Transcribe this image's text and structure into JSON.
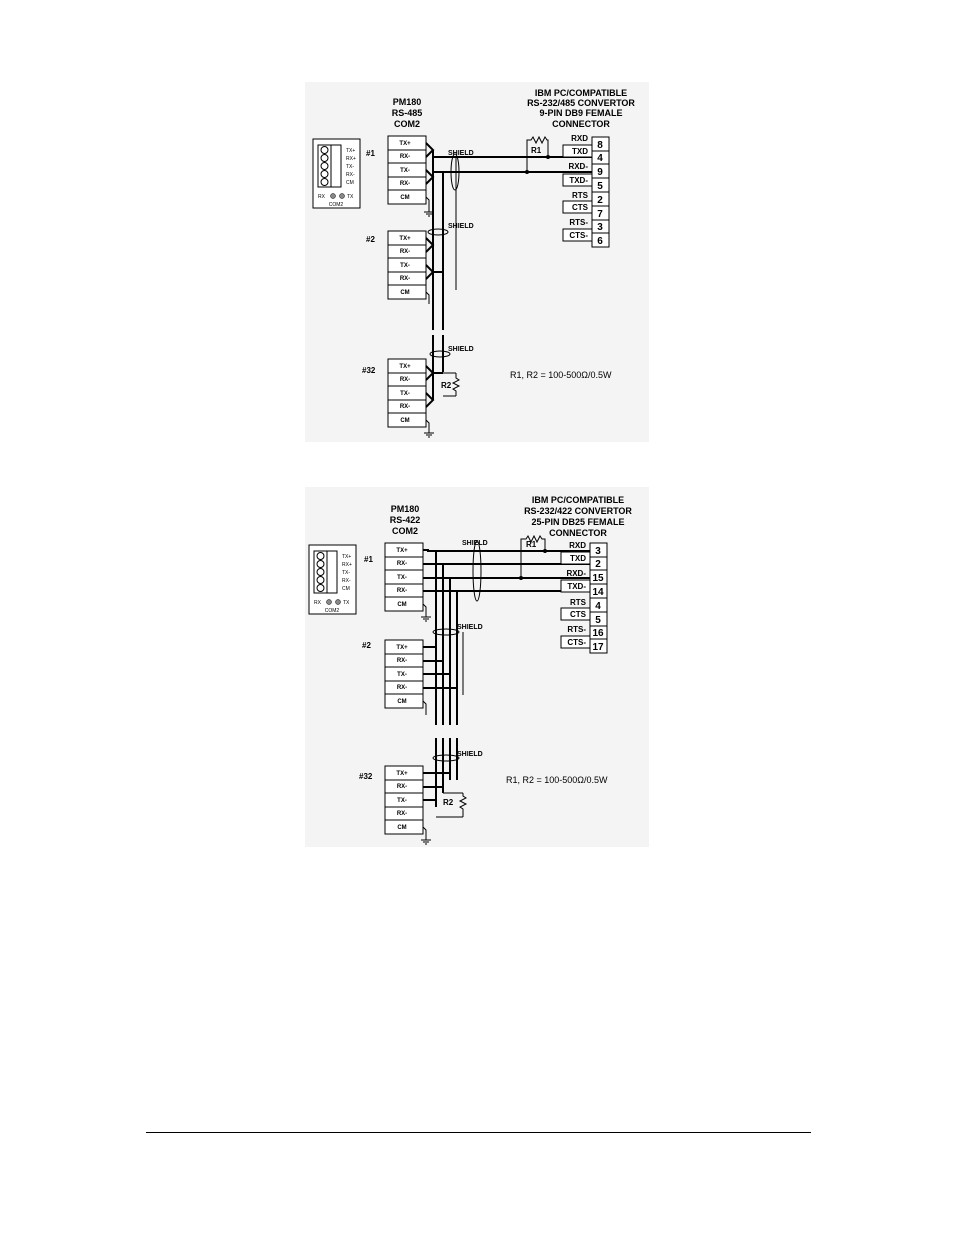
{
  "diagram_rs485": {
    "device_title": [
      "PM180",
      "RS-485",
      "COM2"
    ],
    "converter_title": [
      "IBM PC/COMPATIBLE",
      "RS-232/485 CONVERTOR",
      "9-PIN DB9 FEMALE",
      "CONNECTOR"
    ],
    "terminals": [
      "TX+",
      "RX-",
      "TX-",
      "RX-",
      "CM"
    ],
    "devices": [
      "#1",
      "#2",
      "#32"
    ],
    "shield": "SHIELD",
    "r1": "R1",
    "r2": "R2",
    "signals": [
      "RXD",
      "TXD",
      "RXD-",
      "TXD-",
      "RTS",
      "CTS",
      "RTS-",
      "CTS-"
    ],
    "pins": [
      "8",
      "4",
      "9",
      "5",
      "2",
      "7",
      "3",
      "6"
    ],
    "note": "R1, R2 = 100-500Ω/0.5W",
    "port": {
      "labels": [
        "TX+",
        "RX+",
        "TX-",
        "RX-",
        "CM"
      ],
      "rx": "RX",
      "tx": "TX",
      "name": "COM2"
    }
  },
  "diagram_rs422": {
    "device_title": [
      "PM180",
      "RS-422",
      "COM2"
    ],
    "converter_title": [
      "IBM PC/COMPATIBLE",
      "RS-232/422 CONVERTOR",
      "25-PIN DB25 FEMALE",
      "CONNECTOR"
    ],
    "terminals": [
      "TX+",
      "RX-",
      "TX-",
      "RX-",
      "CM"
    ],
    "devices": [
      "#1",
      "#2",
      "#32"
    ],
    "shield": "SHIELD",
    "r1": "R1",
    "r2": "R2",
    "signals": [
      "RXD",
      "TXD",
      "RXD-",
      "TXD-",
      "RTS",
      "CTS",
      "RTS-",
      "CTS-"
    ],
    "pins": [
      "3",
      "2",
      "15",
      "14",
      "4",
      "5",
      "16",
      "17"
    ],
    "note": "R1, R2 = 100-500Ω/0.5W",
    "port": {
      "labels": [
        "TX+",
        "RX+",
        "TX-",
        "RX-",
        "CM"
      ],
      "rx": "RX",
      "tx": "TX",
      "name": "COM2"
    }
  }
}
